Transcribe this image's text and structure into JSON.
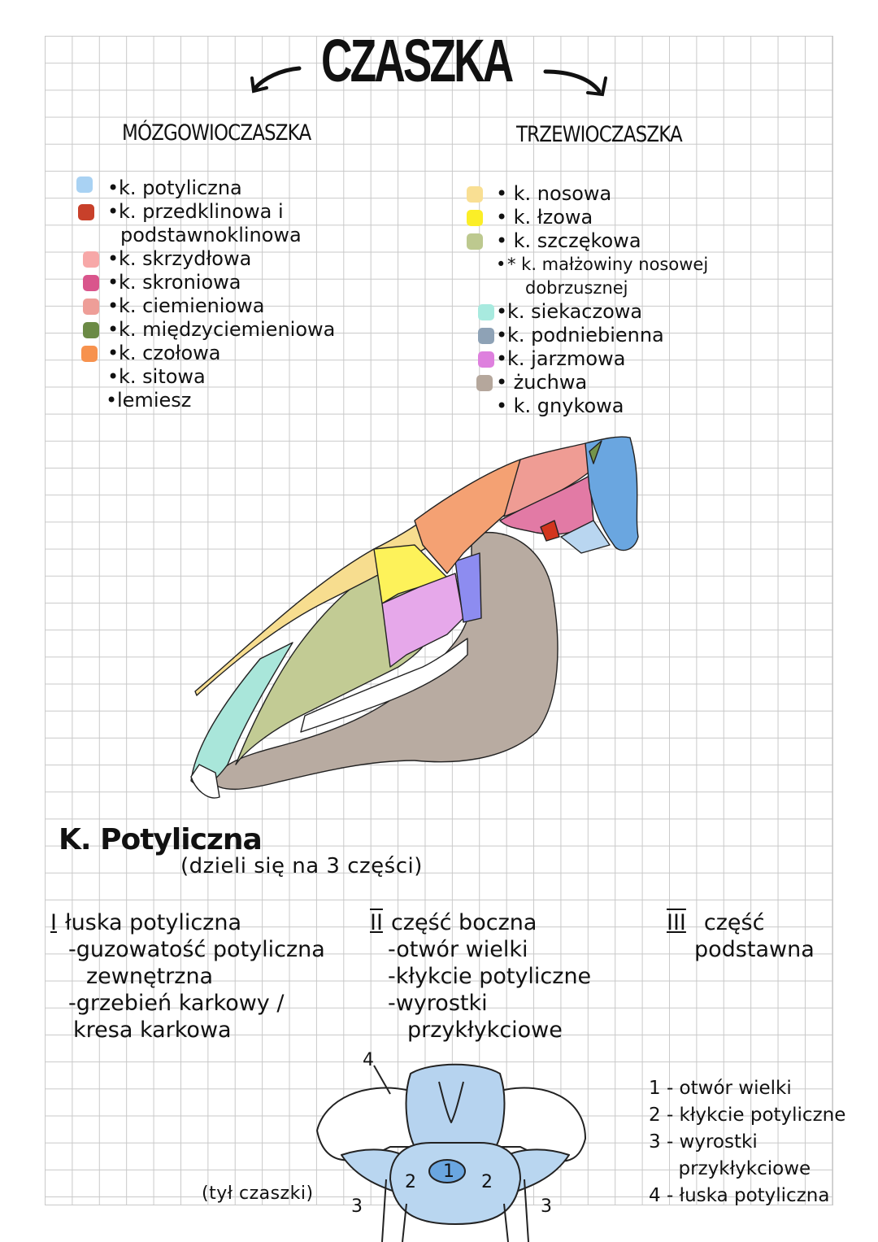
{
  "header": {
    "title": "CZASZKA",
    "left_heading": "MÓZGOWIOCZASZKA",
    "right_heading": "TRZEWIOCZASZKA",
    "left_arrow_icon": "arrow-curve-down-left",
    "right_arrow_icon": "arrow-curve-down-right"
  },
  "mozgowioczaszka": {
    "items": [
      {
        "label": "k. potyliczna",
        "color": "#a9d2f3"
      },
      {
        "label": "k. przedklinowa  i",
        "color": "#c8402a"
      },
      {
        "label": "podstawnoklinowa",
        "color": null,
        "continuation": true
      },
      {
        "label": "k. skrzydłowa",
        "color": "#f7a8a8"
      },
      {
        "label": "k. skroniowa",
        "color": "#d9558c"
      },
      {
        "label": "k. ciemieniowa",
        "color": "#ee9e98"
      },
      {
        "label": "k. międzyciemieniowa",
        "color": "#6b8a45"
      },
      {
        "label": "k. czołowa",
        "color": "#f7924e"
      },
      {
        "label": "k. sitowa",
        "color": null
      },
      {
        "label": "lemiesz",
        "color": null
      }
    ]
  },
  "trzewioczaszka": {
    "items": [
      {
        "label": "k. nosowa",
        "color": "#f9df93"
      },
      {
        "label": "k. łzowa",
        "color": "#fbee27"
      },
      {
        "label": "k. szczękowa",
        "color": "#bdc98f"
      },
      {
        "label": "* k. małżowiny nosowej",
        "color": null
      },
      {
        "label": "dobrzusznej",
        "color": null,
        "continuation": true
      },
      {
        "label": "k. siekaczowa",
        "color": "#a8eadf"
      },
      {
        "label": "k. podniebienna",
        "color": "#8ea2b6"
      },
      {
        "label": "k. jarzmowa",
        "color": "#de80de"
      },
      {
        "label": "żuchwa",
        "color": "#b5a79c"
      },
      {
        "label": "k. gnykowa",
        "color": null
      }
    ]
  },
  "skull_diagram": {
    "description": "lateral view of horse skull, colour-coded bones",
    "colors": {
      "potyliczna": "#6aa6e0",
      "potyliczna_light": "#b9d6f0",
      "ciemieniowa": "#ef9c94",
      "skroniowa": "#e27aa5",
      "czolowa": "#f4a173",
      "lzowa": "#fdf25a",
      "nosowa": "#f7dd8f",
      "szczekowa": "#c2cb94",
      "siekaczowa": "#a9e6da",
      "jarzmowa": "#e6a8ea",
      "podniebienna": "#8d8cf0",
      "zuchwa": "#b8aba1",
      "miedzyciemieniowa": "#74944b",
      "przedklinowa": "#d2351e",
      "teeth": "#ffffff"
    }
  },
  "section": {
    "title": "K. Potyliczna",
    "subtitle": "(dzieli się na 3 części)",
    "parts": [
      {
        "numeral": "I",
        "name": "łuska potyliczna",
        "details": [
          "-guzowatość potyliczna",
          "  zewnętrzna",
          "-grzebień karkowy /",
          " kresa karkowa"
        ]
      },
      {
        "numeral": "II",
        "name": "część boczna",
        "details": [
          "-otwór wielki",
          "-kłykcie potyliczne",
          "-wyrostki",
          "   przykłykciowe"
        ]
      },
      {
        "numeral": "III",
        "name": "część",
        "details": [
          "podstawna"
        ]
      }
    ]
  },
  "rear_view": {
    "caption": "(tył czaszki)",
    "labels": [
      "1",
      "2",
      "2",
      "3",
      "3",
      "4"
    ],
    "legend": [
      "1 - otwór wielki",
      "2 - kłykcie potyliczne",
      "3 - wyrostki",
      "     przykłykciowe",
      "4 - łuska potyliczna"
    ]
  }
}
